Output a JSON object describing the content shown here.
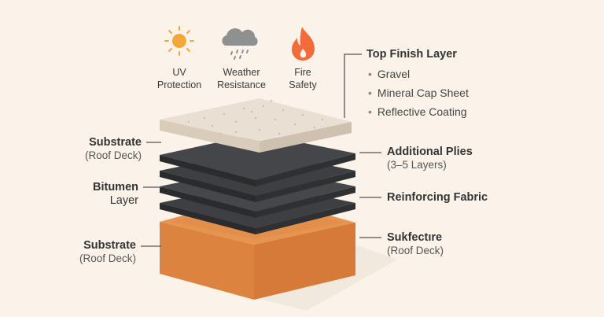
{
  "icons": [
    {
      "name": "sun-icon",
      "label_line1": "UV",
      "label_line2": "Protection",
      "color": "#F5A83A"
    },
    {
      "name": "rain-cloud-icon",
      "label_line1": "Weather",
      "label_line2": "Resistance",
      "color": "#8F9090"
    },
    {
      "name": "flame-icon",
      "label_line1": "Fire",
      "label_line2": "Safety",
      "color": "#F26B3A"
    }
  ],
  "top_finish": {
    "title": "Top Finish Layer",
    "bullets": [
      "Gravel",
      "Mineral Cap Sheet",
      "Reflective Coating"
    ]
  },
  "left_labels": {
    "substrate_top": {
      "title": "Substrate",
      "sub": "(Roof Deck)"
    },
    "bitumen": {
      "title": "Bitumen",
      "sub": "Layer"
    },
    "substrate_bottom": {
      "title": "Substrate",
      "sub": "(Roof Deck)"
    }
  },
  "right_labels": {
    "plies": {
      "title": "Additional Plies",
      "sub": "(3–5 Layers)"
    },
    "fabric": {
      "title": "Reinforcing Fabric"
    },
    "base": {
      "title": "Sukfectıre",
      "sub": "(Roof Deck)"
    }
  },
  "colors": {
    "background": "#FBF3EA",
    "top_layer": "#E6DACB",
    "ply_dark": "#3A3B3D",
    "base_orange": "#DD843F"
  }
}
